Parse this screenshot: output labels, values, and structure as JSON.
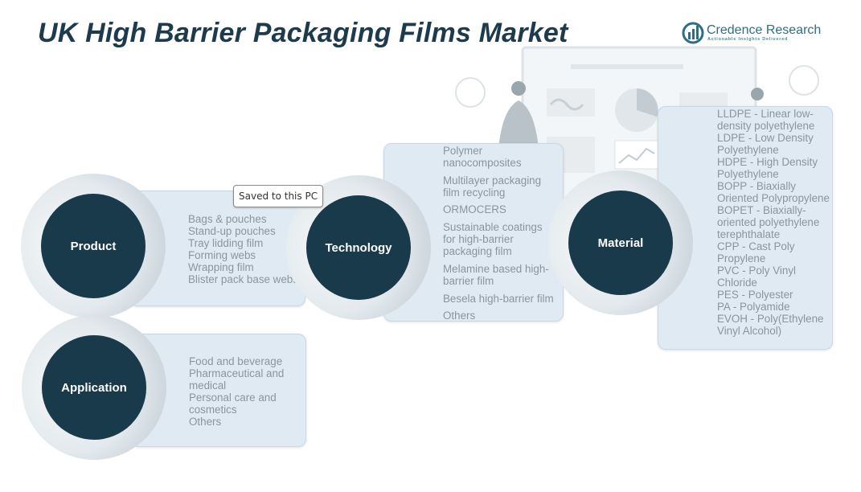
{
  "title": "UK High Barrier Packaging Films Market",
  "logo": {
    "name": "Credence Research",
    "tagline": "Actionable Insights Delivered"
  },
  "tooltip": "Saved to this PC",
  "segments": {
    "product": {
      "label": "Product",
      "items": [
        "Bags & pouches",
        "Stand-up pouches",
        "Tray lidding film",
        "Forming webs",
        "Wrapping film",
        "Blister pack base webs"
      ]
    },
    "technology": {
      "label": "Technology",
      "items": [
        "Polymer nanocomposites",
        "Multilayer packaging film recycling",
        "ORMOCERS",
        "Sustainable coatings for high-barrier packaging film",
        "Melamine based high-barrier film",
        "Besela high-barrier film",
        "Others"
      ]
    },
    "material": {
      "label": "Material",
      "items": [
        "LLDPE - Linear low-density polyethylene",
        "LDPE - Low Density Polyethylene",
        "HDPE - High Density Polyethylene",
        "BOPP - Biaxially Oriented Polypropylene",
        "BOPET - Biaxially-oriented polyethylene terephthalate",
        "CPP - Cast Poly Propylene",
        "PVC - Poly Vinyl Chloride",
        "PES - Polyester",
        "PA - Polyamide",
        "EVOH - Poly(Ethylene Vinyl Alcohol)"
      ]
    },
    "application": {
      "label": "Application",
      "items": [
        "Food and beverage",
        "Pharmaceutical and medical",
        "Personal care and cosmetics",
        "Others"
      ]
    }
  },
  "colors": {
    "circle": "#193a4a",
    "panel": "#dfeaf2",
    "title": "#1d3b4c",
    "item_text": "#8a969e"
  }
}
